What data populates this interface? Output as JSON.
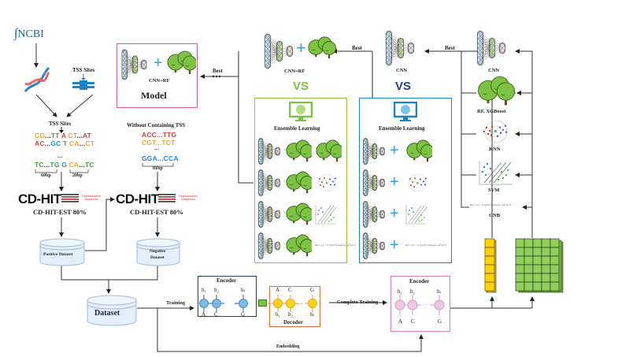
{
  "diagram": {
    "source": {
      "ncbi_label": "NCBI",
      "tss_sites_label": "TSS Sites"
    },
    "positive": {
      "heading": "TSS Sites",
      "sequences": [
        [
          [
            "CG",
            "C"
          ],
          [
            "...",
            "D"
          ],
          [
            "TT",
            "T"
          ],
          [
            " A ",
            "A"
          ],
          [
            "CT",
            "C"
          ],
          [
            "...",
            "D"
          ],
          [
            "AT",
            "A"
          ]
        ],
        [
          [
            "AC",
            "A"
          ],
          [
            "...",
            "D"
          ],
          [
            "GC",
            "G"
          ],
          [
            " T ",
            "T"
          ],
          [
            "CA",
            "C"
          ],
          [
            "...",
            "D"
          ],
          [
            "CT",
            "C"
          ]
        ],
        [
          [
            "TC",
            "T"
          ],
          [
            "...",
            "D"
          ],
          [
            "TG",
            "T"
          ],
          [
            " G ",
            "G"
          ],
          [
            "CA",
            "C"
          ],
          [
            "...",
            "D"
          ],
          [
            "TC",
            "T"
          ]
        ]
      ],
      "ellipsis": "...",
      "upstream_len": "60bp",
      "downstream_len": "20bp",
      "cdhit": "CD-HIT",
      "cdhit_tag": "Representative Sequences",
      "cdhit_sub": "CD-HIT-EST  80%",
      "dataset": "Positive Dataset"
    },
    "negative": {
      "heading": "Without Containing TSS",
      "sequences": [
        "ACC...TTG",
        "CGT...TCT",
        "GGA...CCA"
      ],
      "ellipsis": "...",
      "length": "81bp",
      "cdhit": "CD-HIT",
      "cdhit_tag": "Representative Sequences",
      "cdhit_sub": "CD-HIT-EST  80%",
      "dataset_line1": "Negative",
      "dataset_line2": "Dataset"
    },
    "dataset": "Dataset",
    "edge_labels": {
      "training": "Training",
      "complete_training": "Complete Training",
      "embedding": "Embedding",
      "best_1": "Best",
      "best_2": "Best",
      "best_3": "Best"
    },
    "autoencoder": {
      "encoder_title": "Encoder",
      "decoder_title": "Decoder",
      "encoder_hidden": [
        "h₁",
        "h₂",
        "hₜ"
      ],
      "encoder_inputs": [
        "A",
        "C",
        "G"
      ],
      "decoder_outputs": [
        "A",
        "C",
        "G"
      ],
      "decoder_inputs": [
        "h₁",
        "h₂",
        "hₜ"
      ],
      "dots": "···"
    },
    "final_encoder": {
      "title": "Encoder",
      "hidden": [
        "h₁",
        "h₂",
        "hₜ"
      ],
      "inputs": [
        "A",
        "C",
        "G"
      ]
    },
    "base_models": [
      "CNN",
      "RF, XGBoost",
      "KNN",
      "SVM",
      "GNB"
    ],
    "gnb_formula": "P(xᵢ | y) = 1/√(2πσ²) exp(-(xᵢ-μ)²/2σ²)",
    "stage_cnn": "CNN",
    "stage_cnn_rf": "CNN+RF",
    "vs_1": "VS",
    "vs_2": "VS",
    "ensemble_green": {
      "title": "Ensemble Learning"
    },
    "ensemble_blue": {
      "title": "Ensemble Learning"
    },
    "model": {
      "title": "Model",
      "label": "CNN+RF"
    },
    "colors": {
      "model_border": "#d35c9c",
      "green_box": "#8dc63f",
      "blue_box": "#1b83c6",
      "vs_green": "#7cc242",
      "vs_blue": "#1f3f8c",
      "encoder_border": "#2f3b55",
      "decoder_border": "#e0703c",
      "final_encoder_border": "#e07ab8",
      "cnn_blue": "#9fd3ee",
      "cnn_green": "#a6d86f",
      "tree_green": "#7dc243",
      "yellow_cube": "#ffd200",
      "green_cube": "#8fcf5a"
    }
  }
}
